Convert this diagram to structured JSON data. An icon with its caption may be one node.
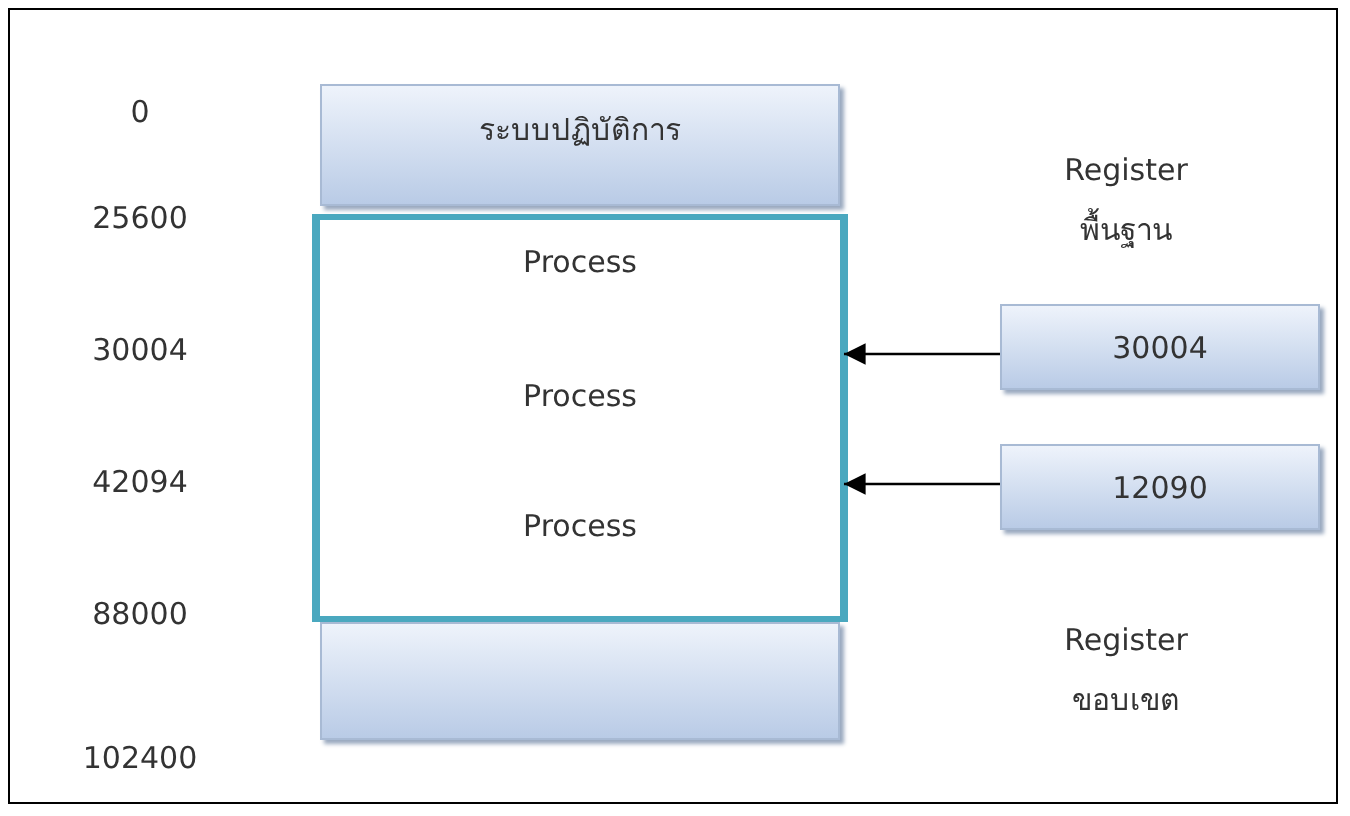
{
  "diagram": {
    "nodes": [
      {
        "text": [
          "ระบบปฏิบัติการ"
        ]
      },
      {
        "text": [
          "Process"
        ]
      },
      {
        "text": [
          "Process"
        ]
      },
      {
        "text": [
          "Process"
        ]
      },
      {
        "text": [],
        "shape": "box"
      },
      {
        "text": [
          "30004"
        ]
      },
      {
        "text": [
          "12090"
        ]
      }
    ],
    "edges": [
      {
        "from": 5,
        "to": 2,
        "arrow": "to"
      },
      {
        "from": 6,
        "to": 3,
        "arrow": "to"
      }
    ],
    "labels": [
      "0",
      "Register พื้นฐาน",
      "25600",
      "30004",
      "42094",
      "88000",
      "Register ขอบเขต",
      "102400"
    ]
  }
}
